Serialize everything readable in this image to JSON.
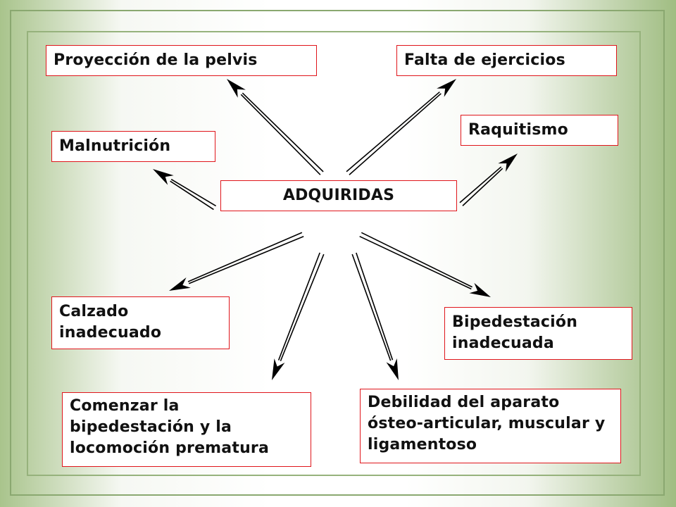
{
  "center": {
    "label": "ADQUIRIDAS"
  },
  "causes": {
    "pelvis": "Proyección de la pelvis",
    "ejercicios": "Falta de ejercicios",
    "raquitismo": "Raquitismo",
    "malnutricion": "Malnutrición",
    "calzado": "Calzado inadecuado",
    "bipedestacion": "Bipedestación inadecuada",
    "comenzar": "Comenzar la bipedestación y la locomoción prematura",
    "debilidad": "Debilidad del aparato ósteo-articular, muscular y ligamentoso"
  },
  "colors": {
    "box_border": "#e0151b",
    "arrow": "#000000"
  }
}
